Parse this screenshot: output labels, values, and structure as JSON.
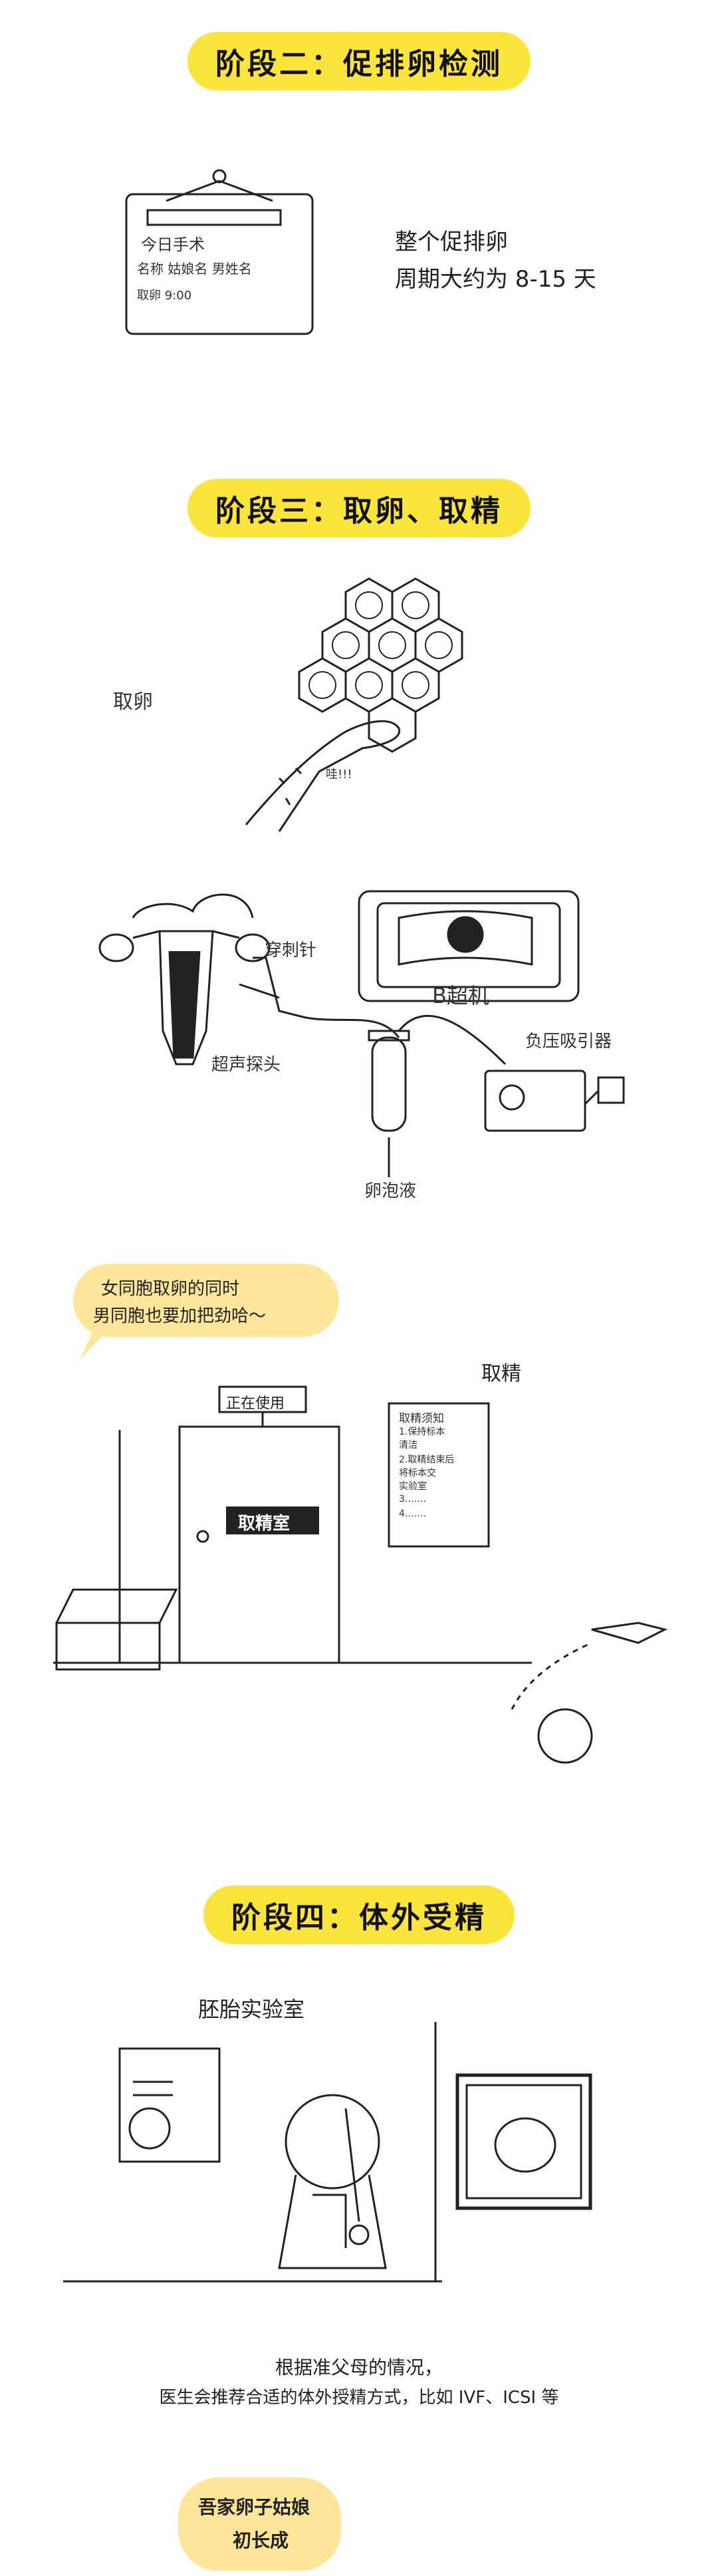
{
  "stage2": {
    "title": "阶段二：促排卵检测",
    "sign_lines": [
      "今日手术",
      "名称  姑娘名  男姓名",
      "取卵 9:00"
    ],
    "note_line1": "整个促排卵",
    "note_line2": "周期大约为 8-15 天"
  },
  "stage3": {
    "title": "阶段三：取卵、取精",
    "egg_label": "取卵",
    "wow_text": "哇!!!",
    "needle_label": "穿刺针",
    "ultrasound_machine_label": "B超机",
    "probe_label": "超声探头",
    "pump_label": "负压吸引器",
    "follicle_label": "卵泡液",
    "bubble_line1": "女同胞取卵的同时",
    "bubble_line2": "男同胞也要加把劲哈～",
    "sperm_label": "取精",
    "in_use_sign": "正在使用",
    "room_sign": "取精室",
    "notice_lines": [
      "取精须知",
      "1.保持标本",
      "  清洁",
      "2.取精结束后",
      "  将标本交",
      "  实验室",
      "3.……",
      "4.……"
    ]
  },
  "stage4": {
    "title": "阶段四：体外受精",
    "lab_label": "胚胎实验室",
    "caption_line1": "根据准父母的情况，",
    "caption_line2": "医生会推荐合适的体外授精方式，比如 IVF、ICSI 等",
    "badge_line1": "吾家卵子姑娘",
    "badge_line2": "初长成"
  },
  "colors": {
    "accent_yellow": "#fbe53b",
    "bubble_yellow": "#fde59a",
    "ink": "#222222"
  }
}
